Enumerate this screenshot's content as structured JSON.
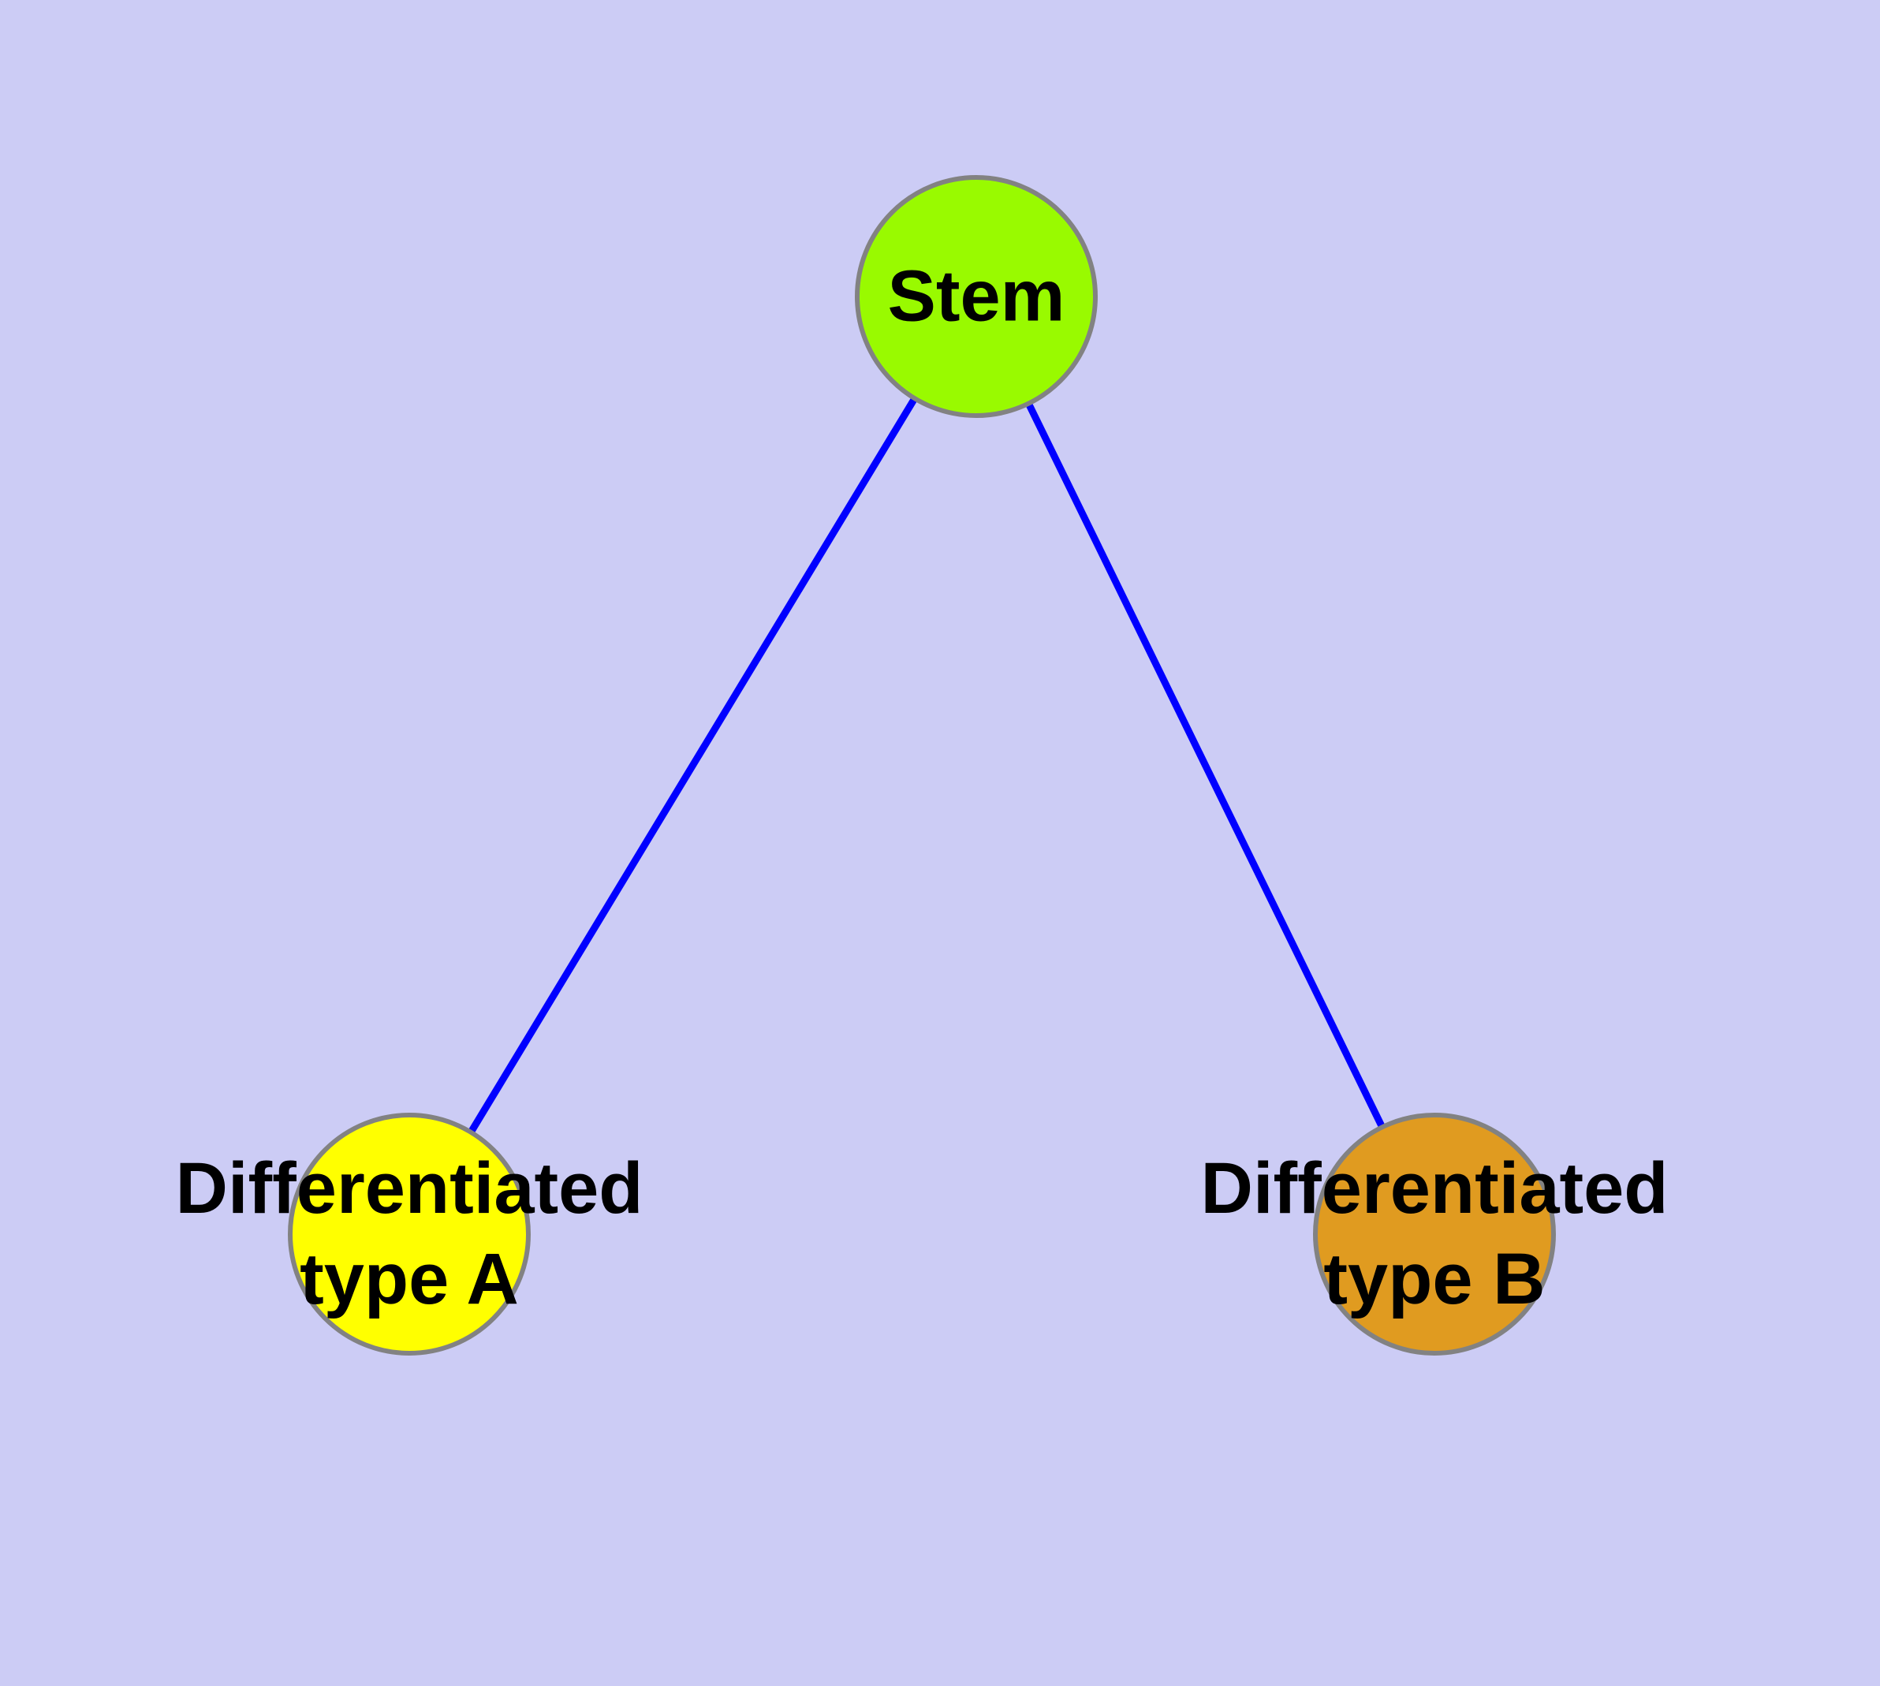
{
  "colors": {
    "background": "#CCCCF5",
    "edge": "#0000FF",
    "node_border": "#828282",
    "node_stem_fill": "#99FA00",
    "node_type_a_fill": "#FFFF00",
    "node_type_b_fill": "#E09B20",
    "label_text": "#000000"
  },
  "diagram": {
    "nodes": {
      "stem": {
        "label": "Stem"
      },
      "type_a": {
        "line1": "Differentiated",
        "line2": "type A"
      },
      "type_b": {
        "line1": "Differentiated",
        "line2": "type B"
      }
    },
    "edges": [
      {
        "from": "Stem",
        "to": "Differentiated type A"
      },
      {
        "from": "Stem",
        "to": "Differentiated type B"
      }
    ]
  }
}
